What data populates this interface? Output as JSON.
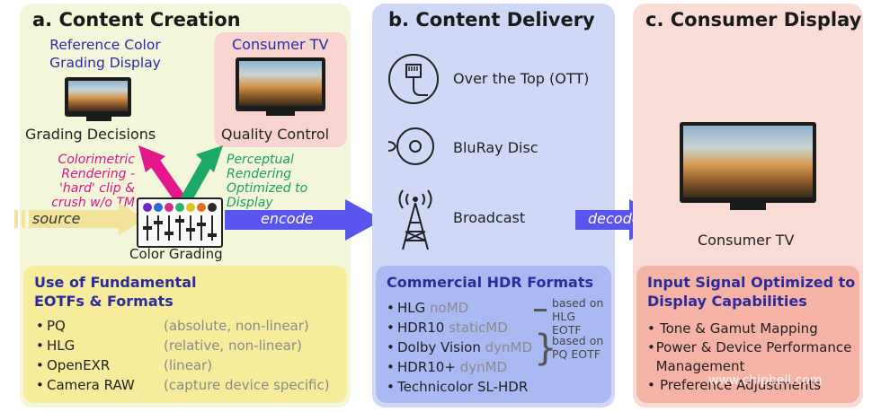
{
  "panel_a": {
    "title": "a. Content Creation",
    "reference_display_label": "Reference Color Grading Display",
    "consumer_tv_label": "Consumer TV",
    "grading_decisions": "Grading Decisions",
    "quality_control": "Quality Control",
    "colorimetric_note": "Colorimetric Rendering - 'hard' clip & crush w/o TM",
    "perceptual_note": "Perceptual Rendering Optimized to Display Capabilities",
    "source_label": "source",
    "color_grading_label": "Color Grading",
    "encode_label": "encode",
    "box_title": "Use of Fundamental EOTFs & Formats",
    "formats": [
      {
        "name": "PQ",
        "desc": "(absolute, non-linear)"
      },
      {
        "name": "HLG",
        "desc": "(relative, non-linear)"
      },
      {
        "name": "OpenEXR",
        "desc": "(linear)"
      },
      {
        "name": "Camera RAW",
        "desc": "(capture device specific)"
      }
    ]
  },
  "panel_b": {
    "title": "b. Content Delivery",
    "channels": [
      "Over the Top (OTT)",
      "BluRay Disc",
      "Broadcast"
    ],
    "decode_label": "decode",
    "box_title": "Commercial HDR Formats",
    "formats": [
      {
        "name": "HLG",
        "tag": "noMD"
      },
      {
        "name": "HDR10",
        "tag": "staticMD"
      },
      {
        "name": "Dolby Vision",
        "tag": "dynMD"
      },
      {
        "name": "HDR10+",
        "tag": "dynMD"
      },
      {
        "name": "Technicolor SL-HDR",
        "tag": ""
      }
    ],
    "note_hlg": "based on HLG EOTF",
    "note_pq": "based on PQ EOTF"
  },
  "panel_c": {
    "title": "c. Consumer Display",
    "tv_label": "Consumer TV",
    "box_title": "Input Signal Optimized to Display Capabilities",
    "items": [
      "Tone & Gamut Mapping",
      "Power & Device Performance Management",
      "Preference Adjustments"
    ]
  },
  "watermark": "www.chiphell.com",
  "colors": {
    "panel_a": "#f3f6d8",
    "panel_b": "#cfd8f6",
    "panel_c": "#f9dcd6",
    "box_a": "#f6ec9c",
    "box_b": "#a9baf2",
    "box_c": "#f5b3a6",
    "tv_box": "#f8d3cf",
    "arrow_blue": "#5a55ef",
    "arrow_magenta": "#e4188c",
    "arrow_green": "#1ca867",
    "arrow_source": "#f2e29c"
  }
}
